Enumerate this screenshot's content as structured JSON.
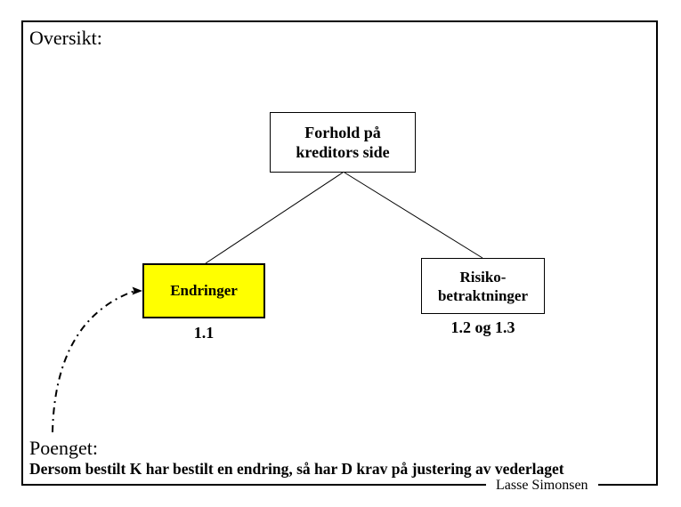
{
  "slide": {
    "title": "Oversikt:",
    "point": {
      "label": "Poenget:",
      "text": "Dersom bestilt K har bestilt en endring, så har D krav på justering av vederlaget"
    },
    "footer": "Lasse Simonsen"
  },
  "diagram": {
    "root_box": {
      "lines": [
        "Forhold på",
        "kreditors side"
      ]
    },
    "left_box": {
      "label": "Endringer",
      "ref": "1.1"
    },
    "right_box": {
      "lines": [
        "Risiko-",
        "betraktninger"
      ],
      "ref": "1.2 og 1.3"
    }
  },
  "colors": {
    "background": "#FFFFFF",
    "line": "#000000",
    "text": "#000000",
    "highlight_box": "#FFFF00"
  }
}
